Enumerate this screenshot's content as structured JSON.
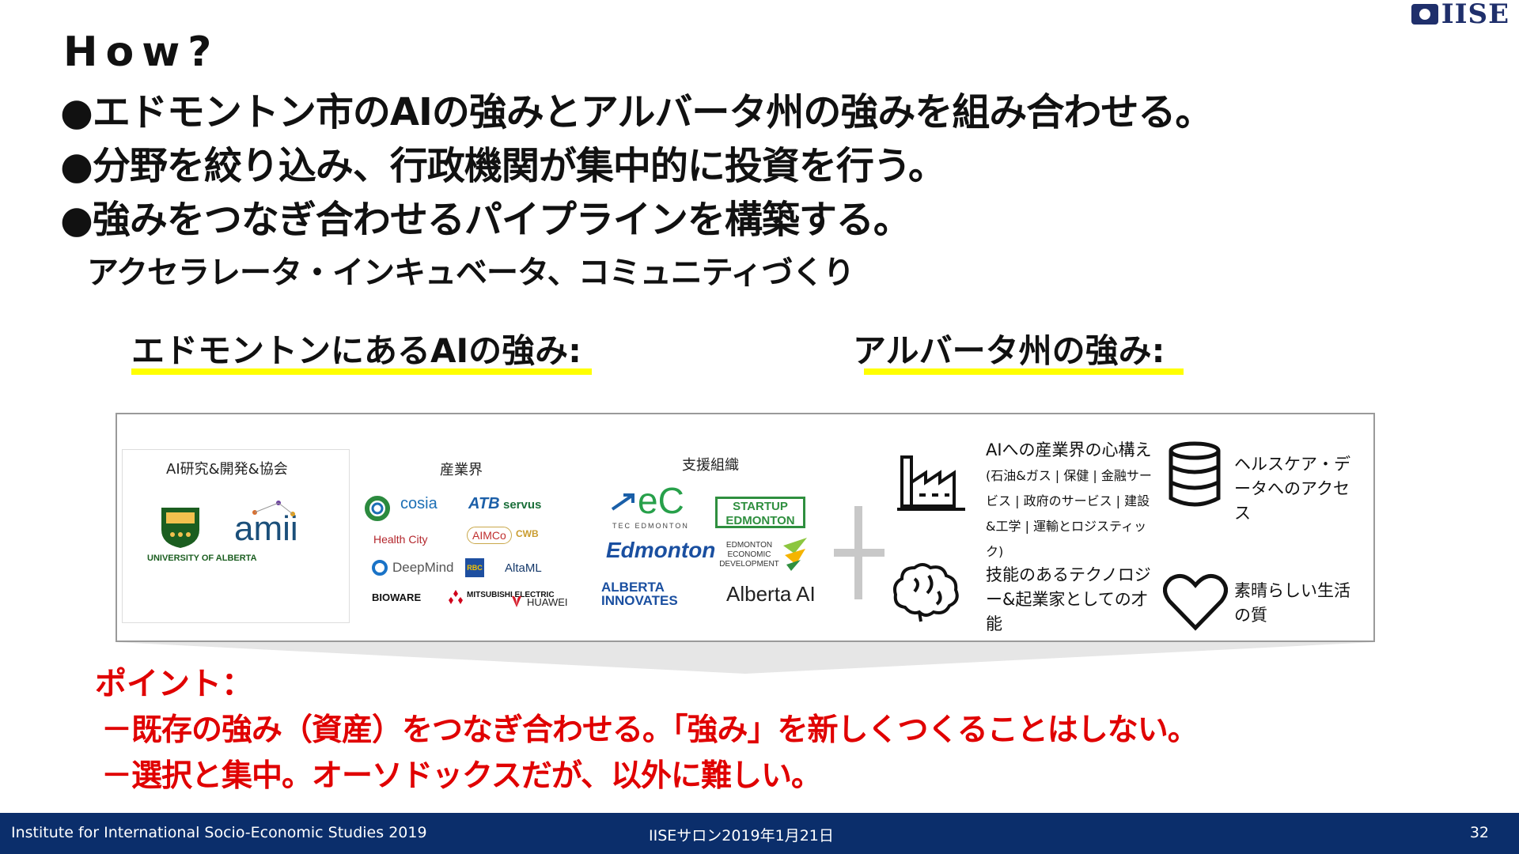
{
  "logo": {
    "text": "IISE"
  },
  "title": "How?",
  "bullets": [
    "●エドモントン市のAIの強みとアルバータ州の強みを組み合わせる。",
    "●分野を絞り込み、行政機関が集中的に投資を行う。",
    "●強みをつなぎ合わせるパイプラインを構築する。"
  ],
  "sub_line": "アクセラレータ・インキュベータ、コミュニティづくり",
  "left_heading": "エドモントンにあるAIの強み:",
  "right_heading": "アルバータ州の強み:",
  "groups": {
    "research": {
      "label": "AI研究&開発&協会",
      "logos": [
        "UNIVERSITY OF ALBERTA",
        "amii"
      ]
    },
    "industry": {
      "label": "産業界",
      "logos": [
        "cosia",
        "ATB",
        "servus",
        "Health City",
        "AIMCo",
        "CWB",
        "DeepMind",
        "RBC",
        "AltaML",
        "BIOWARE",
        "MITSUBISHI ELECTRIC",
        "HUAWEI"
      ]
    },
    "support": {
      "label": "支援組織",
      "logos": [
        "eC",
        "TEC EDMONTON",
        "STARTUP EDMONTON",
        "Edmonton",
        "EDMONTON ECONOMIC DEVELOPMENT",
        "ALBERTA INNOVATES",
        "Alberta AI"
      ]
    }
  },
  "strengths": [
    {
      "icon": "factory-icon",
      "main": "AIへの産業界の心構え",
      "detail": "(石油&ガス | 保健 | 金融サービス | 政府のサービス | 建設&工学 | 運輸とロジスティック)"
    },
    {
      "icon": "database-icon",
      "main": "ヘルスケア・データへのアクセス",
      "detail": ""
    },
    {
      "icon": "brain-icon",
      "main": "技能のあるテクノロジー&起業家としての才能",
      "detail": ""
    },
    {
      "icon": "heart-icon",
      "main": "素晴らしい生活の質",
      "detail": ""
    }
  ],
  "point": {
    "label": "ポイント：",
    "lines": [
      "－既存の強み（資産）をつなぎ合わせる。「強み」を新しくつくることはしない。",
      "－選択と集中。オーソドックスだが、以外に難しい。"
    ]
  },
  "footer": {
    "left": "Institute for International Socio-Economic Studies 2019",
    "center": "IISEサロン2019年1月21日",
    "page": "32"
  },
  "colors": {
    "highlight": "#ffff00",
    "point_red": "#e00000",
    "footer_bg": "#0b2e6b",
    "brand_navy": "#1f2f6b"
  }
}
